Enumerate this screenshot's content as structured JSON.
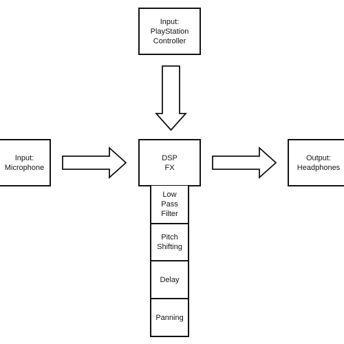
{
  "nodes": {
    "controller": {
      "lines": [
        "Input:",
        "PlayStation",
        "Controller"
      ]
    },
    "microphone": {
      "lines": [
        "Input:",
        "Microphone"
      ]
    },
    "dsp": {
      "lines": [
        "DSP",
        "FX"
      ]
    },
    "headphones": {
      "lines": [
        "Output:",
        "Headphones"
      ]
    }
  },
  "effects": [
    {
      "lines": [
        "Low",
        "Pass",
        "Filter"
      ]
    },
    {
      "lines": [
        "Pitch",
        "Shifting"
      ]
    },
    {
      "lines": [
        "Delay"
      ]
    },
    {
      "lines": [
        "Panning"
      ]
    }
  ],
  "colors": {
    "stroke": "#111111",
    "fill": "#ffffff",
    "background": "#ffffff"
  }
}
